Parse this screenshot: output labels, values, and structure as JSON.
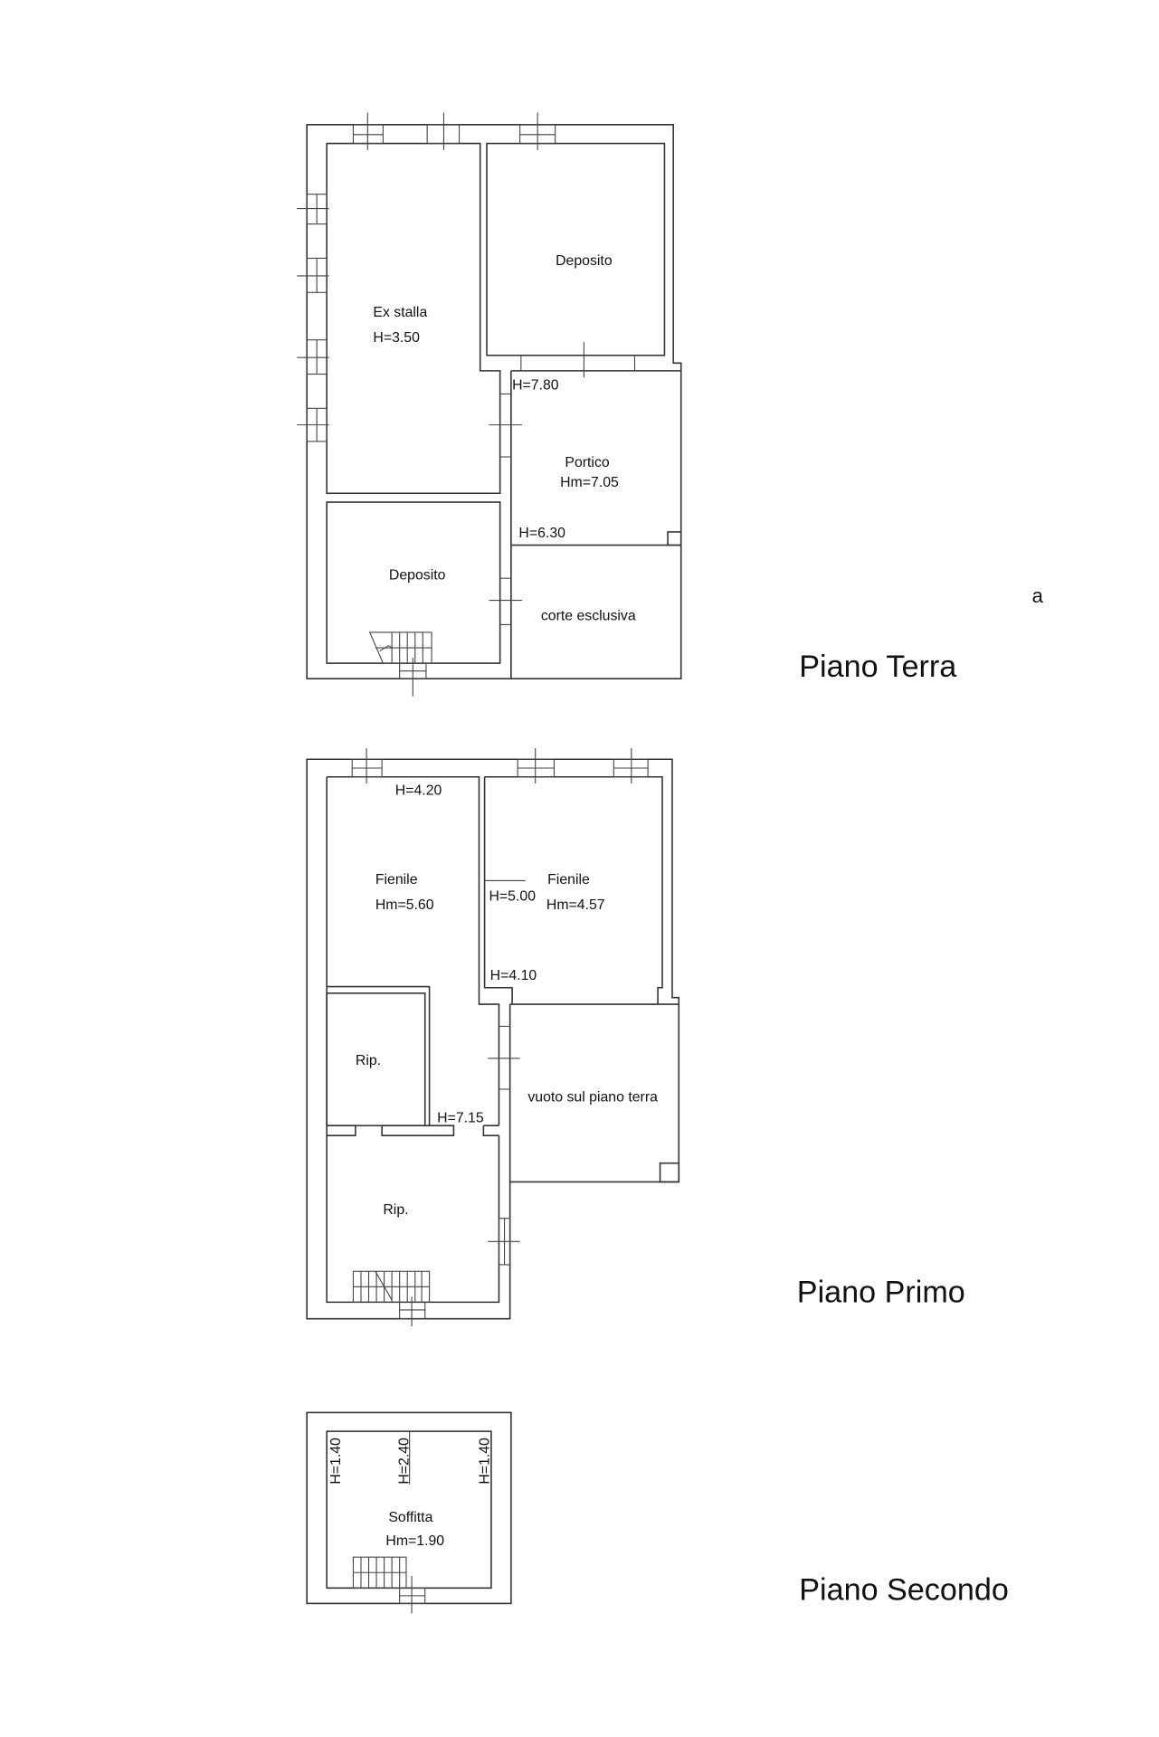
{
  "ground_floor": {
    "title": "Piano Terra",
    "marker": "a",
    "rooms": {
      "deposito_top": "Deposito",
      "ex_stalla": "Ex stalla",
      "ex_stalla_h": "H=3.50",
      "h_780": "H=7.80",
      "portico": "Portico",
      "portico_hm": "Hm=7.05",
      "h_630": "H=6.30",
      "deposito_bottom": "Deposito",
      "corte": "corte esclusiva"
    }
  },
  "first_floor": {
    "title": "Piano Primo",
    "rooms": {
      "h_420": "H=4.20",
      "fienile_left": "Fienile",
      "fienile_left_hm": "Hm=5.60",
      "h_500": "H=5.00",
      "fienile_right": "Fienile",
      "fienile_right_hm": "Hm=4.57",
      "h_410": "H=4.10",
      "rip_top": "Rip.",
      "h_715": "H=7.15",
      "vuoto": "vuoto sul piano terra",
      "rip_bottom": "Rip."
    }
  },
  "second_floor": {
    "title": "Piano Secondo",
    "rooms": {
      "h_left": "H=1.40",
      "h_mid": "H=2.40",
      "h_right": "H=1.40",
      "soffitta": "Soffitta",
      "soffitta_hm": "Hm=1.90"
    }
  }
}
